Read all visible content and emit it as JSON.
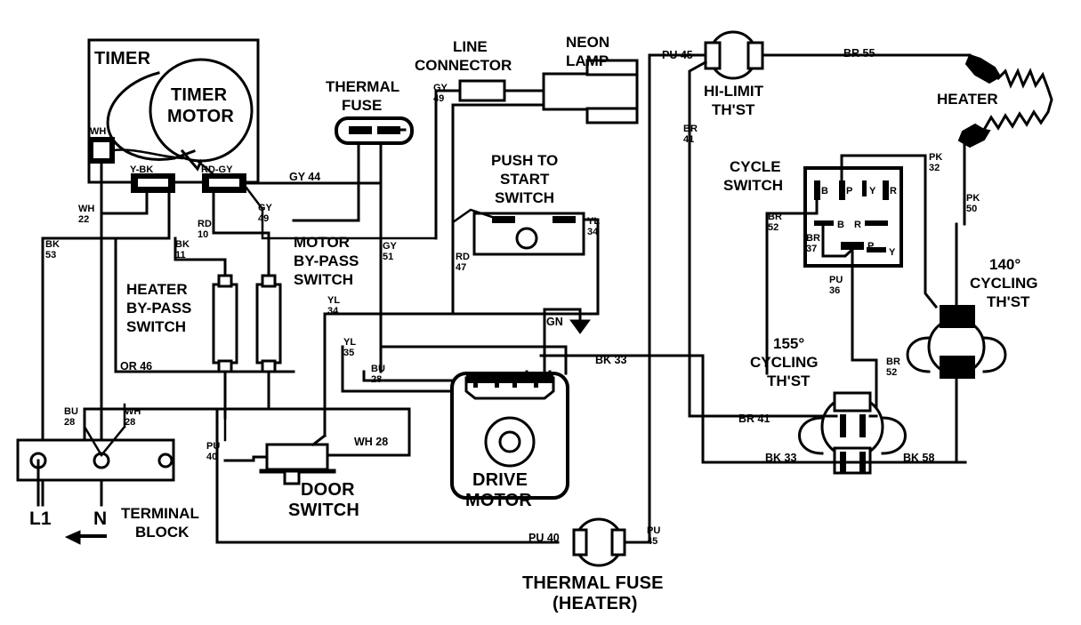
{
  "diagram": {
    "title": "Dryer Wiring Schematic",
    "background_color": "#ffffff",
    "line_color": "#000000"
  },
  "components": {
    "timer": {
      "box_label": "TIMER",
      "motor_label_line1": "TIMER",
      "motor_label_line2": "MOTOR",
      "contact_wh": "WH",
      "contact_ybk": "Y-BK",
      "contact_rdgy": "RD-GY"
    },
    "thermal_fuse": {
      "label_line1": "THERMAL",
      "label_line2": "FUSE"
    },
    "line_connector": {
      "label_line1": "LINE",
      "label_line2": "CONNECTOR"
    },
    "neon_lamp": {
      "label_line1": "NEON",
      "label_line2": "LAMP"
    },
    "push_to_start_switch": {
      "label_line1": "PUSH TO",
      "label_line2": "START",
      "label_line3": "SWITCH"
    },
    "motor_bypass_switch": {
      "label_line1": "MOTOR",
      "label_line2": "BY-PASS",
      "label_line3": "SWITCH"
    },
    "heater_bypass_switch": {
      "label_line1": "HEATER",
      "label_line2": "BY-PASS",
      "label_line3": "SWITCH"
    },
    "terminal_block": {
      "label_line1": "TERMINAL",
      "label_line2": "BLOCK",
      "terminal_l1": "L1",
      "terminal_n": "N"
    },
    "door_switch": {
      "label_line1": "DOOR",
      "label_line2": "SWITCH"
    },
    "drive_motor": {
      "label_line1": "DRIVE",
      "label_line2": "MOTOR"
    },
    "thermal_fuse_heater": {
      "label_line1": "THERMAL FUSE",
      "label_line2": "(HEATER)"
    },
    "hi_limit_thst": {
      "label_line1": "HI-LIMIT",
      "label_line2": "TH'ST"
    },
    "heater": {
      "label": "HEATER"
    },
    "cycle_switch": {
      "label_line1": "CYCLE",
      "label_line2": "SWITCH",
      "terminals_top": [
        "B",
        "P",
        "Y",
        "R"
      ],
      "contacts_inner": [
        "B",
        "R",
        "P",
        "Y"
      ]
    },
    "cycling_thst_155": {
      "label_line1": "155°",
      "label_line2": "CYCLING",
      "label_line3": "TH'ST"
    },
    "cycling_thst_140": {
      "label_line1": "140°",
      "label_line2": "CYCLING",
      "label_line3": "TH'ST"
    },
    "ground_marker": {
      "label": "GN"
    }
  },
  "wire_labels": {
    "bk53": {
      "line1": "BK",
      "line2": "53"
    },
    "wh22": {
      "line1": "WH",
      "line2": "22"
    },
    "bk11": {
      "line1": "BK",
      "line2": "11"
    },
    "rd10": {
      "line1": "RD",
      "line2": "10"
    },
    "gy49_timer": {
      "line1": "GY",
      "line2": "49"
    },
    "gy44": {
      "text": "GY 44"
    },
    "gy49_fuse": {
      "line1": "GY",
      "line2": "49"
    },
    "gy51": {
      "line1": "GY",
      "line2": "51"
    },
    "or46": {
      "text": "OR 46"
    },
    "bu28_left": {
      "line1": "BU",
      "line2": "28"
    },
    "wh28_left": {
      "line1": "WH",
      "line2": "28"
    },
    "pu40_left": {
      "line1": "PU",
      "line2": "40"
    },
    "yl34_left": {
      "line1": "YL",
      "line2": "34"
    },
    "yl35": {
      "line1": "YL",
      "line2": "35"
    },
    "bu28_motor": {
      "line1": "BU",
      "line2": "28"
    },
    "wh28_door": {
      "text": "WH 28"
    },
    "rd47": {
      "line1": "RD",
      "line2": "47"
    },
    "yl34_right": {
      "line1": "YL",
      "line2": "34"
    },
    "bk33_top": {
      "text": "BK 33"
    },
    "pu40_bottom": {
      "text": "PU 40"
    },
    "pu45_bottom": {
      "line1": "PU",
      "line2": "45"
    },
    "pu45_top": {
      "text": "PU 45"
    },
    "br41_top": {
      "line1": "BR",
      "line2": "41"
    },
    "br55": {
      "text": "BR 55"
    },
    "br52_left": {
      "line1": "BR",
      "line2": "52"
    },
    "br37": {
      "line1": "BR",
      "line2": "37"
    },
    "pu36": {
      "line1": "PU",
      "line2": "36"
    },
    "pk32": {
      "line1": "PK",
      "line2": "32"
    },
    "pk50": {
      "line1": "PK",
      "line2": "50"
    },
    "br52_right": {
      "line1": "BR",
      "line2": "52"
    },
    "br41_bottom": {
      "text": "BR 41"
    },
    "bk33_bottom": {
      "text": "BK 33"
    },
    "bk58": {
      "text": "BK 58"
    }
  }
}
